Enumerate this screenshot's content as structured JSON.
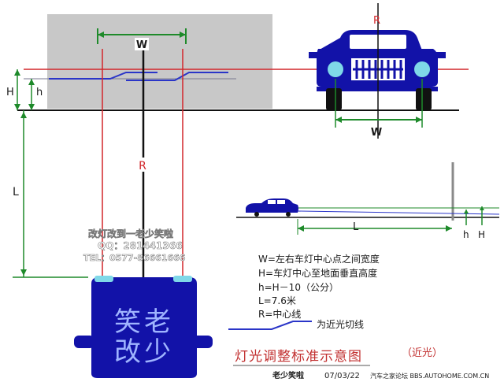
{
  "labels": {
    "W_top": "W",
    "W_car": "W",
    "R_top": "R",
    "R_mid": "R",
    "H_left": "H",
    "h_left": "h",
    "L_left": "L",
    "L_side": "L",
    "h_side": "h",
    "H_side": "H"
  },
  "watermark": {
    "line1": "改灯改到一老少笑啦",
    "line2": "QQ：281441366",
    "line3": "TEL：0577-86661666"
  },
  "box_text": {
    "line1": "笑老",
    "line2": "改少"
  },
  "legend": [
    "W=左右车灯中心点之间宽度",
    "H=车灯中心至地面垂直高度",
    "h=H－10（公分）",
    "L=7.6米",
    "R=中心线"
  ],
  "cutline_label": "为近光切线",
  "title": "灯光调整标准示意图",
  "subtitle": "（近光）",
  "footer": {
    "author": "老少笑啦",
    "date": "07/03/22",
    "site": "汽车之家论坛  BBS.AUTOHOME.COM.CN"
  },
  "colors": {
    "wall": "#c8c8c8",
    "car": "#1212a8",
    "dim_green": "#1e8a2a",
    "red_line": "#d2262a",
    "blue_line": "#2a35c8",
    "title_red": "#c23030"
  }
}
